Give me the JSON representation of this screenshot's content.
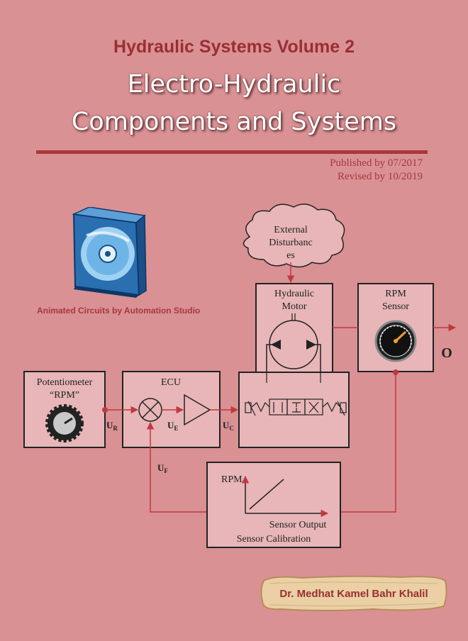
{
  "cover": {
    "series_title": "Hydraulic Systems Volume 2",
    "title_line1": "Electro-Hydraulic",
    "title_line2": "Components and Systems",
    "published": "Published by 07/2017",
    "revised": "Revised by 10/2019",
    "cd_caption": "Animated Circuits by Automation Studio",
    "author": "Dr. Medhat Kamel Bahr Khalil",
    "colors": {
      "background": "#d99194",
      "accent": "#a8373c",
      "box_fill": "#e8b6b8"
    }
  },
  "diagram": {
    "disturbance_l1": "External",
    "disturbance_l2": "Disturbanc",
    "disturbance_l3": "es",
    "motor_l1": "Hydraulic",
    "motor_l2": "Motor",
    "sensor_l1": "RPM",
    "sensor_l2": "Sensor",
    "output": "O",
    "pot_l1": "Potentiometer",
    "pot_l2": "“RPM”",
    "ecu": "ECU",
    "ur": "U",
    "ur_sub": "R",
    "ue": "U",
    "ue_sub": "E",
    "uc": "U",
    "uc_sub": "C",
    "uf": "U",
    "uf_sub": "F",
    "calib_y": "RPM",
    "calib_x": "Sensor Output",
    "calib_title": "Sensor Calibration"
  }
}
